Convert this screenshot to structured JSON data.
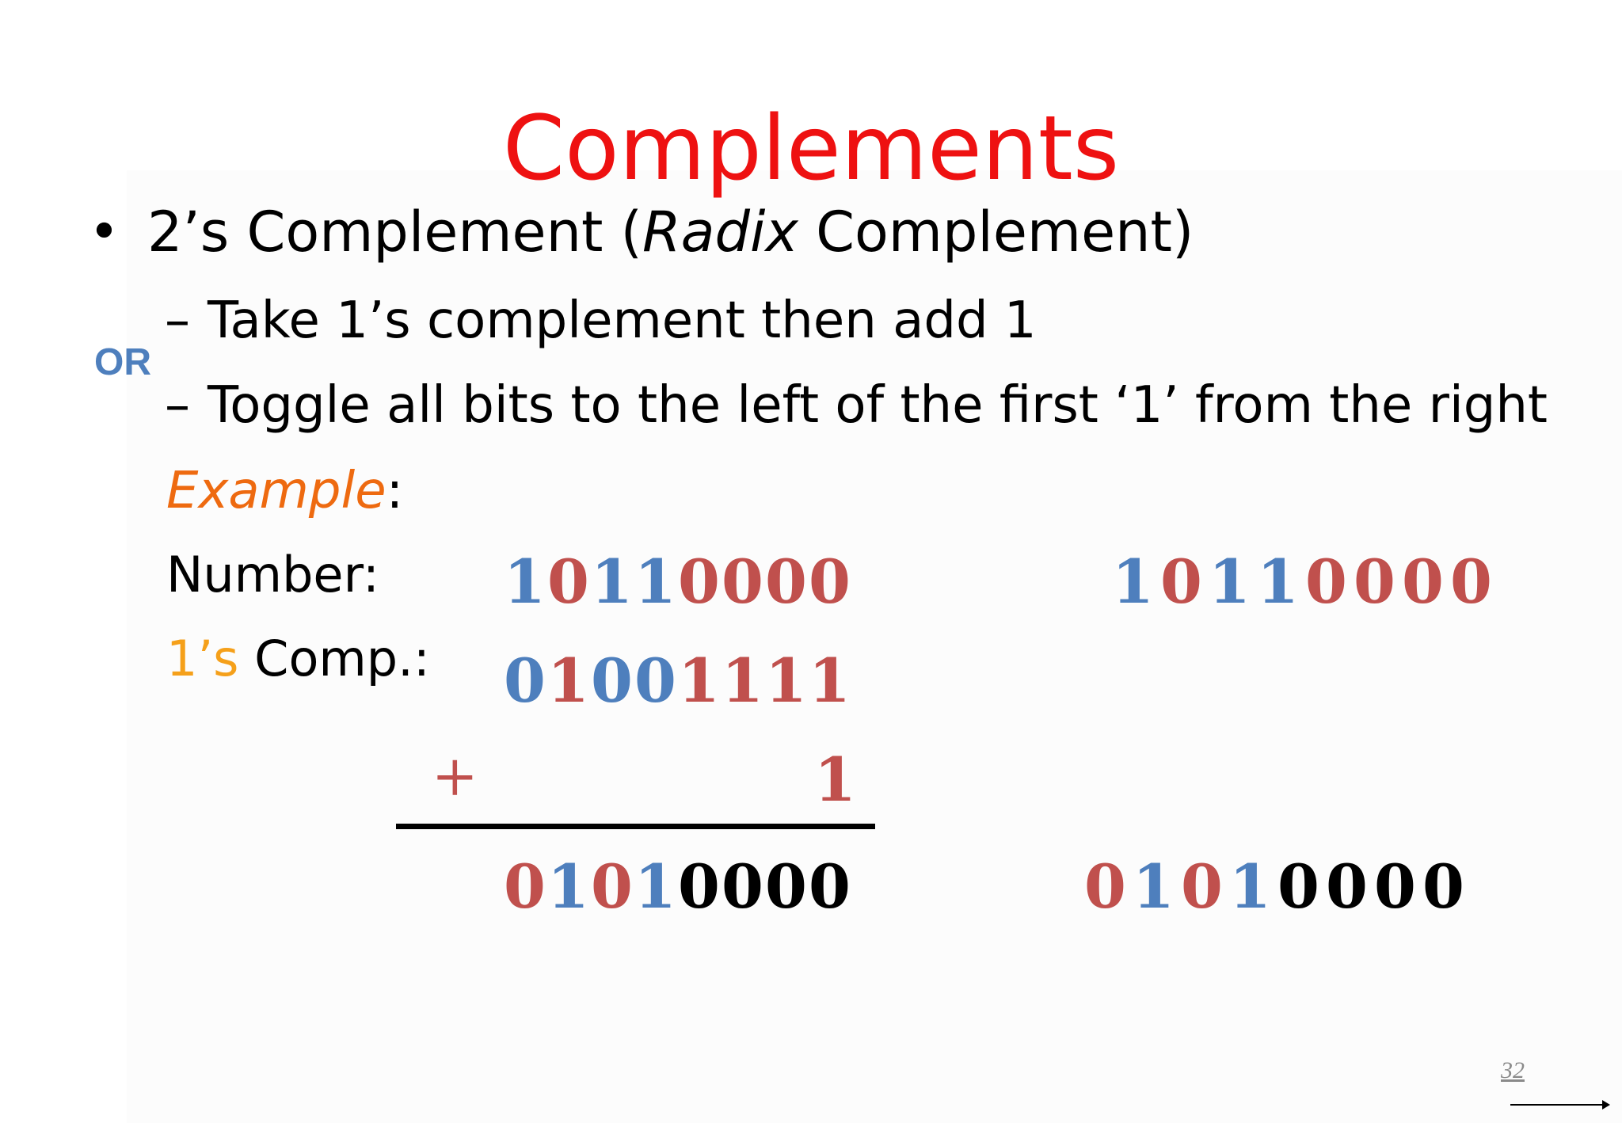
{
  "title": "Complements",
  "bullet": {
    "marker": "•",
    "text_before": "2’s Complement (",
    "text_italic": "Radix",
    "text_after": " Complement)"
  },
  "sub_items": [
    {
      "dash": "–",
      "text": "Take 1’s complement then add 1"
    },
    {
      "dash": "–",
      "text": "Toggle all bits to the left of the first ‘1’ from the right"
    }
  ],
  "or_label": "OR",
  "example": {
    "word": "Example",
    "colon": ":"
  },
  "rows": {
    "number_label": "Number:",
    "ones_prefix": "1’s",
    "ones_rest": " Comp.:",
    "plus": "+",
    "add_one": "1"
  },
  "left": {
    "number": [
      "1",
      "0",
      "1",
      "1",
      "0",
      "0",
      "0",
      "0"
    ],
    "ones_comp": [
      "0",
      "1",
      "0",
      "0",
      "1",
      "1",
      "1",
      "1"
    ],
    "result": [
      "0",
      "1",
      "0",
      "1",
      "0",
      "0",
      "0",
      "0"
    ]
  },
  "right": {
    "number": [
      "1",
      "0",
      "1",
      "1",
      "0",
      "0",
      "0",
      "0"
    ],
    "result": [
      "0",
      "1",
      "0",
      "1",
      "0",
      "0",
      "0",
      "0"
    ]
  },
  "colors": {
    "title": "#ee1111",
    "blue": "#4e7fbd",
    "red": "#c0504d",
    "orange": "#ee6a10",
    "yellow": "#f5a01a"
  },
  "page_number": "32"
}
